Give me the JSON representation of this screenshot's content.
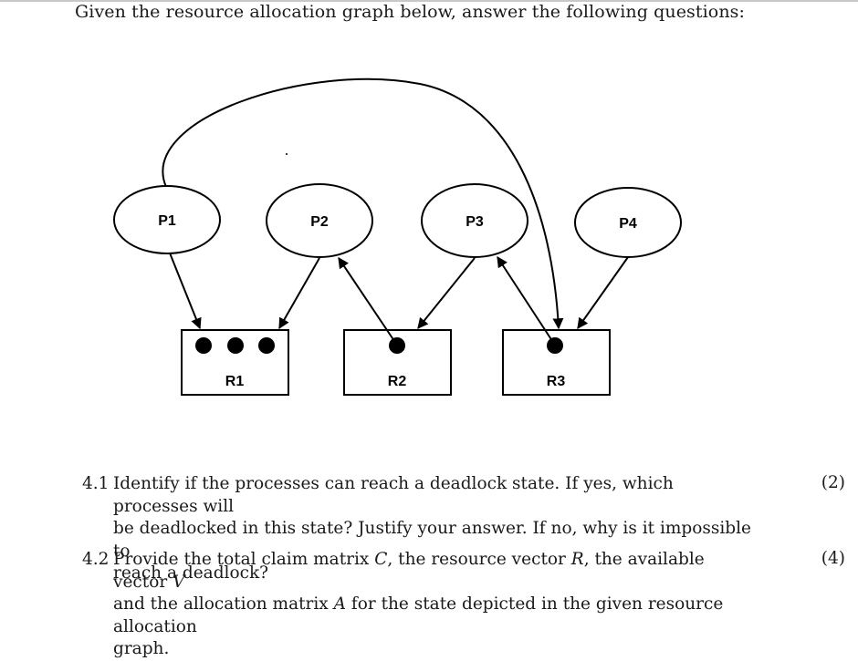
{
  "intro": "Given the resource allocation graph below, answer the following questions:",
  "graph": {
    "processes": [
      "P1",
      "P2",
      "P3",
      "P4"
    ],
    "resources": [
      {
        "name": "R1",
        "instances": 3
      },
      {
        "name": "R2",
        "instances": 1
      },
      {
        "name": "R3",
        "instances": 1
      }
    ],
    "edges": [
      {
        "from": "P1",
        "to": "R1",
        "kind": "request"
      },
      {
        "from": "P2",
        "to": "R1",
        "kind": "request"
      },
      {
        "from": "R2",
        "to": "P2",
        "kind": "assignment"
      },
      {
        "from": "P3",
        "to": "R2",
        "kind": "request"
      },
      {
        "from": "R3",
        "to": "P3",
        "kind": "assignment"
      },
      {
        "from": "P1",
        "to": "R3",
        "kind": "request"
      },
      {
        "from": "P4",
        "to": "R3",
        "kind": "request"
      }
    ]
  },
  "questions": [
    {
      "number": "4.1",
      "line1": "Identify if the processes can reach a deadlock state. If yes, which processes will",
      "line2": "be deadlocked in this state? Justify your answer. If no, why is it impossible to",
      "line3": "reach a deadlock?",
      "marks": "(2)"
    },
    {
      "number": "4.2",
      "line1a": "Provide the total claim matrix ",
      "C": "C",
      "line1b": ", the resource vector ",
      "R": "R",
      "line1c": ", the available vector ",
      "V": "V",
      "line2a": "and the allocation matrix ",
      "A": "A",
      "line2b": " for the state depicted in the given resource allocation",
      "line3": "graph.",
      "marks": "(4)"
    }
  ]
}
